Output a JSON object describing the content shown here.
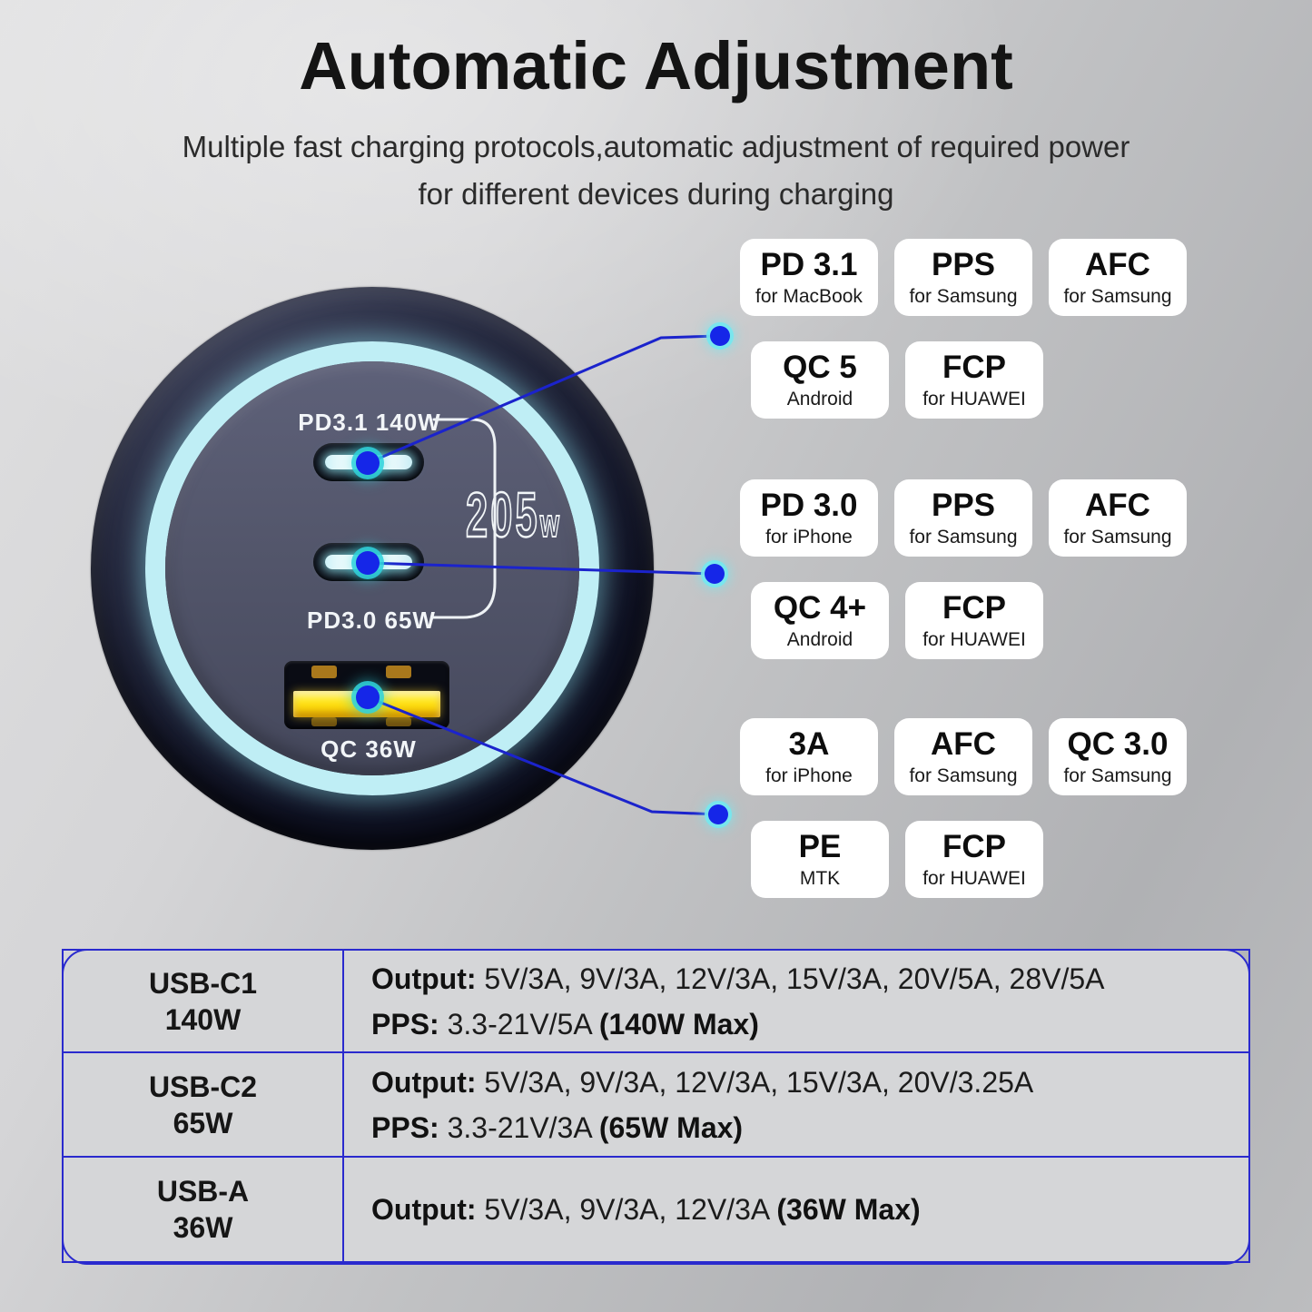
{
  "page": {
    "title": "Automatic Adjustment",
    "subtitle_line1": "Multiple fast charging protocols,automatic adjustment of required power",
    "subtitle_line2": "for different devices during charging"
  },
  "charger": {
    "total_power": "205",
    "total_power_unit": "w",
    "port_labels": {
      "usb_c1": "PD3.1 140W",
      "usb_c2": "PD3.0 65W",
      "usb_a": "QC 36W"
    }
  },
  "protocol_groups": [
    {
      "badges": [
        {
          "title": "PD 3.1",
          "sub": "for MacBook"
        },
        {
          "title": "PPS",
          "sub": "for Samsung"
        },
        {
          "title": "AFC",
          "sub": "for Samsung"
        },
        {
          "title": "QC 5",
          "sub": "Android"
        },
        {
          "title": "FCP",
          "sub": "for HUAWEI"
        }
      ]
    },
    {
      "badges": [
        {
          "title": "PD 3.0",
          "sub": "for iPhone"
        },
        {
          "title": "PPS",
          "sub": "for Samsung"
        },
        {
          "title": "AFC",
          "sub": "for Samsung"
        },
        {
          "title": "QC 4+",
          "sub": "Android"
        },
        {
          "title": "FCP",
          "sub": "for HUAWEI"
        }
      ]
    },
    {
      "badges": [
        {
          "title": "3A",
          "sub": "for iPhone"
        },
        {
          "title": "AFC",
          "sub": "for Samsung"
        },
        {
          "title": "QC 3.0",
          "sub": "for Samsung"
        },
        {
          "title": "PE",
          "sub": "MTK"
        },
        {
          "title": "FCP",
          "sub": "for HUAWEI"
        }
      ]
    }
  ],
  "spec_table": {
    "rows": [
      {
        "port": "USB-C1",
        "watt": "140W",
        "output_label": "Output:",
        "output": "5V/3A, 9V/3A, 12V/3A, 15V/3A, 20V/5A, 28V/5A",
        "output_max": "",
        "pps_label": "PPS:",
        "pps": "3.3-21V/5A",
        "pps_max": "(140W Max)"
      },
      {
        "port": "USB-C2",
        "watt": "65W",
        "output_label": "Output:",
        "output": "5V/3A, 9V/3A, 12V/3A, 15V/3A, 20V/3.25A",
        "output_max": "",
        "pps_label": "PPS:",
        "pps": "3.3-21V/3A",
        "pps_max": "(65W Max)"
      },
      {
        "port": "USB-A",
        "watt": "36W",
        "output_label": "Output:",
        "output": "5V/3A, 9V/3A, 12V/3A",
        "output_max": "(36W Max)",
        "pps_label": "",
        "pps": "",
        "pps_max": ""
      }
    ]
  },
  "colors": {
    "connector_blue": "#1b23cc",
    "table_border_blue": "#2a2ace",
    "ring_cyan": "#bfeef5",
    "usb_a_yellow": "#ffd90a",
    "badge_bg": "#ffffff"
  }
}
